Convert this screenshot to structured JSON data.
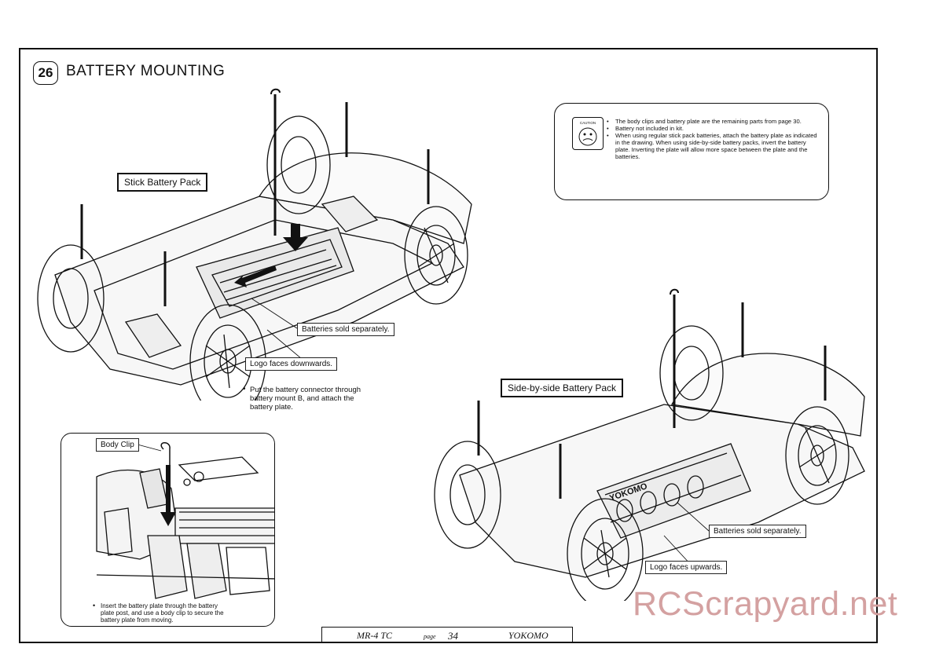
{
  "step": {
    "number": "26",
    "title": "BATTERY MOUNTING"
  },
  "labels": {
    "stick_pack": "Stick Battery Pack",
    "side_pack": "Side-by-side Battery Pack",
    "body_clip": "Body Clip"
  },
  "callouts": {
    "batteries_sold_1": "Batteries sold separately.",
    "logo_down": "Logo faces downwards.",
    "batteries_sold_2": "Batteries sold separately.",
    "logo_up": "Logo faces upwards."
  },
  "caution": {
    "icon_text": "CAUTION",
    "items": [
      "The body clips and battery plate are the remaining parts from page 30.",
      "Battery not included in kit.",
      "When using regular stick pack batteries, attach the battery plate as indicated in the drawing.  When using side-by-side battery packs, invert the battery plate.  Inverting the plate will allow more space between the plate and the batteries."
    ]
  },
  "instructions": {
    "connector": [
      "Put the battery connector through",
      "battery mount B, and attach the",
      "battery plate."
    ],
    "plate": [
      "Insert the battery plate through the battery",
      "plate post, and use a body clip to secure the",
      "battery plate from moving."
    ]
  },
  "battery_text": "YOKOMO",
  "footer": {
    "model": "MR-4 TC",
    "page_label": "page",
    "page_number": "34",
    "brand": "YOKOMO"
  },
  "watermark": "RCScrapyard.net"
}
